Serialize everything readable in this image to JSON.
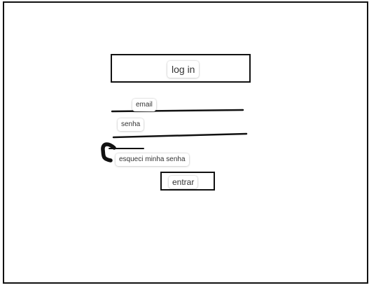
{
  "screen": {
    "title_label": "log in",
    "email_label": "email",
    "password_label": "senha",
    "forgot_password_label": "esqueci minha senha",
    "submit_label": "entrar"
  },
  "colors": {
    "ink": "#111111",
    "background": "#ffffff",
    "chip_text": "#333333"
  }
}
